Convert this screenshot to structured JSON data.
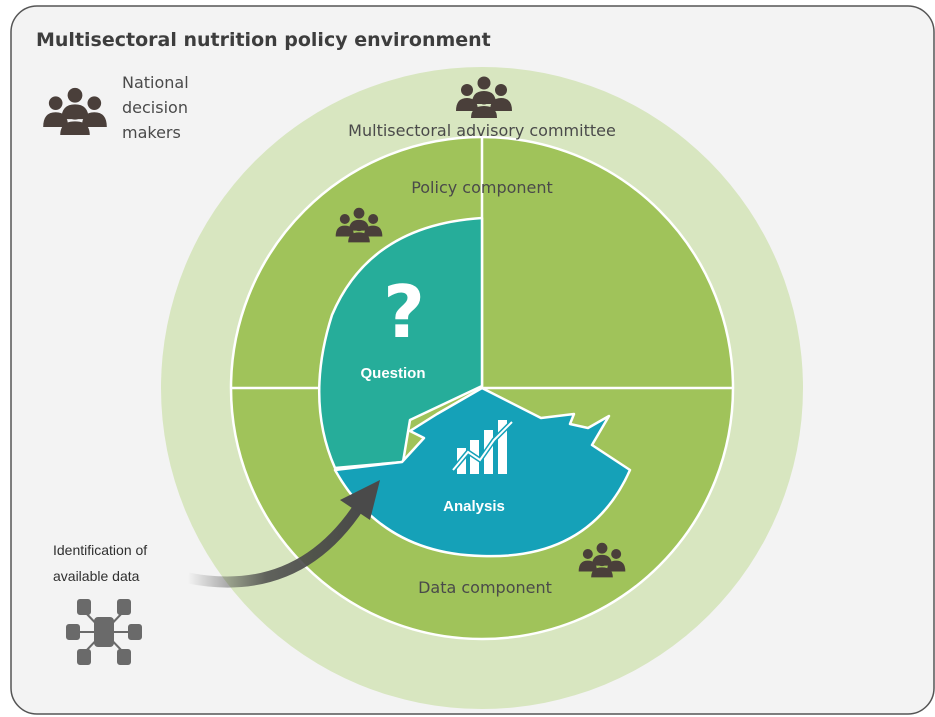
{
  "title": "Multisectoral nutrition policy environment",
  "decision_makers": {
    "lines": [
      "National",
      "decision",
      "makers"
    ],
    "icon": "people-group-icon"
  },
  "advisory_committee": {
    "label": "Multisectoral  advisory committee",
    "icon": "people-group-icon"
  },
  "policy_component": {
    "label": "Policy component",
    "icon": "people-group-icon"
  },
  "data_component": {
    "label": "Data component",
    "icon": "people-group-icon"
  },
  "question": {
    "symbol": "?",
    "label": "Question"
  },
  "analysis": {
    "label": "Analysis",
    "icon": "bar-chart-trend-icon"
  },
  "data_identification": {
    "lines": [
      "Identification of",
      "available data"
    ],
    "icon": "database-network-icon"
  },
  "colors": {
    "frame_bg": "#f3f3f3",
    "frame_border": "#555555",
    "outer_ring": "#d8e6c0",
    "inner_green": "#a0c35a",
    "question_teal": "#26ad9a",
    "analysis_teal": "#15a1b8",
    "icon_dark": "#4a3f3a",
    "arrow_gray": "#4a4a4a"
  }
}
